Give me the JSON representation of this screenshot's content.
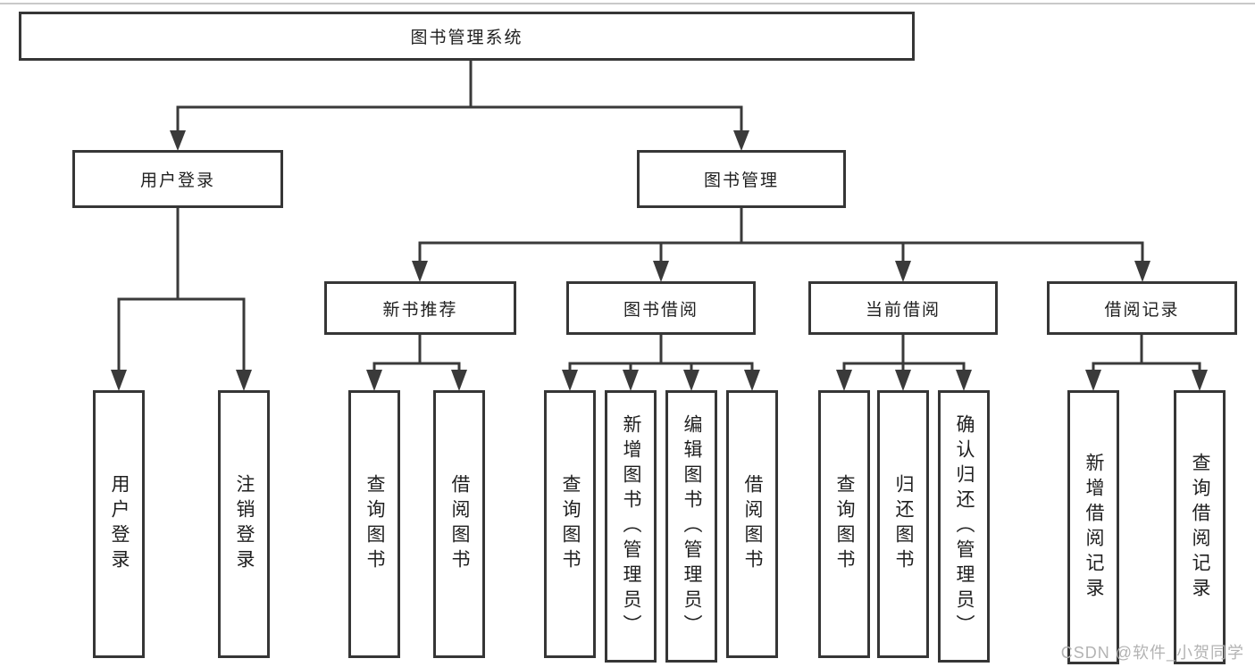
{
  "hierarchy": {
    "root": {
      "label": "图书管理系统"
    },
    "branches": [
      {
        "label": "用户登录",
        "children": [
          {
            "label": "用户登录"
          },
          {
            "label": "注销登录"
          }
        ]
      },
      {
        "label": "图书管理",
        "children": [
          {
            "label": "新书推荐",
            "children": [
              {
                "label": "查询图书"
              },
              {
                "label": "借阅图书"
              }
            ]
          },
          {
            "label": "图书借阅",
            "children": [
              {
                "label": "查询图书"
              },
              {
                "label": "新增图书（管理员）"
              },
              {
                "label": "编辑图书（管理员）"
              },
              {
                "label": "借阅图书"
              }
            ]
          },
          {
            "label": "当前借阅",
            "children": [
              {
                "label": "查询图书"
              },
              {
                "label": "归还图书"
              },
              {
                "label": "确认归还（管理员）"
              }
            ]
          },
          {
            "label": "借阅记录",
            "children": [
              {
                "label": "新增借阅记录"
              },
              {
                "label": "查询借阅记录"
              }
            ]
          }
        ]
      }
    ]
  },
  "watermark": "CSDN @软件_小贺同学",
  "colors": {
    "line": "#3a3a3a",
    "border": "#363636",
    "text": "#1f1f1f",
    "watermark": "#b3b3b3",
    "top_rule": "#c9c9c9",
    "background": "#ffffff"
  }
}
